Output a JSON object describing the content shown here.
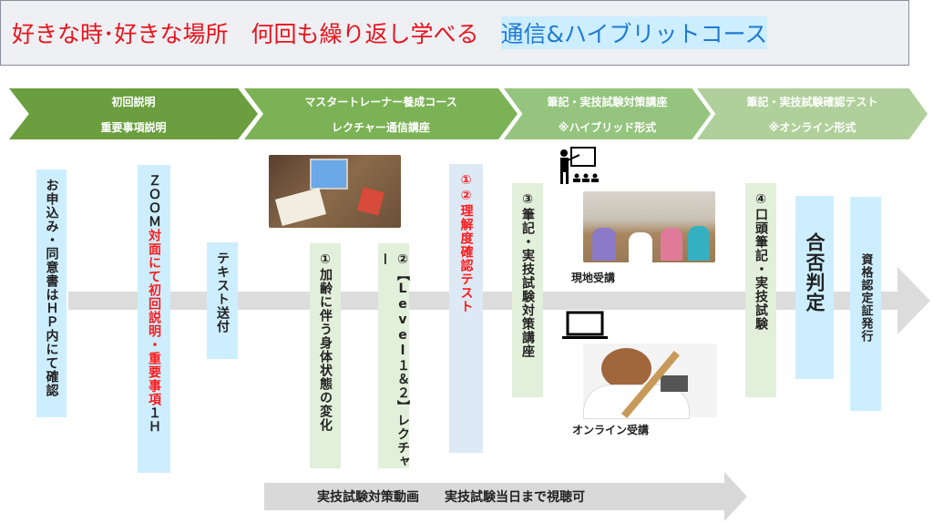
{
  "title": {
    "red": "好きな時･好きな場所　何回も繰り返し学べる",
    "blue": "通信&ハイブリットコース"
  },
  "phases": [
    {
      "line1": "初回説明",
      "line2": "重要事項説明",
      "color": "#6a9e3e"
    },
    {
      "line1": "マスタートレーナー養成コース",
      "line2": "レクチャー通信講座",
      "color": "#7cb256"
    },
    {
      "line1": "筆記・実技試験対策講座",
      "line2": "※ハイブリッド形式",
      "color": "#95c47e"
    },
    {
      "line1": "筆記・実技試験確認テスト",
      "line2": "※オンライン形式",
      "color": "#b0d09b"
    }
  ],
  "steps": {
    "apply": "お申込み・同意書はＨＰ内にて確認",
    "zoom_a": "ＺＯＯＭ",
    "zoom_b": "対面にて初回説明・重要事項",
    "zoom_c": "１Ｈ",
    "text": "テキスト送付",
    "lec1": "①加齢に伴う身体状態の変化",
    "lec2": "②【Level１＆２】レクチャー",
    "test": "①②理解度確認テスト",
    "prep": "③筆記・実技試験対策講座",
    "onsite": "現地受講",
    "online": "オンライン受講",
    "exam": "④口頭筆記・実技試験",
    "judge": "合否判定",
    "cert": "資格認定証発行"
  },
  "video": "実技試験対策動画　　実技試験当日まで視聴可"
}
